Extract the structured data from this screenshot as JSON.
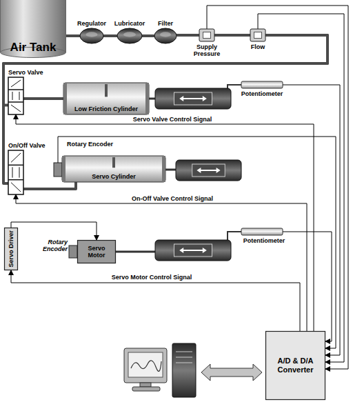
{
  "diagram": {
    "nodes": [
      {
        "text": [
          "Air Tank"
        ]
      },
      {
        "text": [
          "Regulator"
        ]
      },
      {
        "text": [
          "Lubricator"
        ]
      },
      {
        "text": [
          "Filter"
        ]
      },
      {
        "text": [
          "Supply Pressure"
        ]
      },
      {
        "text": [
          "Flow"
        ]
      },
      {
        "text": [
          "Servo Valve"
        ]
      },
      {
        "text": [
          "Low Friction Cylinder"
        ]
      },
      {
        "text": [
          "On/Off Valve"
        ]
      },
      {
        "text": [
          "Servo Cylinder"
        ]
      },
      {
        "text": [
          "Servo Driver"
        ]
      },
      {
        "text": [
          "Servo Motor"
        ]
      },
      {
        "text": [
          "A/D & D/A Converter"
        ]
      }
    ],
    "edges": [
      {
        "from": 0,
        "to": 1,
        "arrow": "none"
      },
      {
        "from": 1,
        "to": 2,
        "arrow": "none"
      },
      {
        "from": 2,
        "to": 3,
        "arrow": "none"
      },
      {
        "from": 3,
        "to": 4,
        "arrow": "none"
      },
      {
        "from": 4,
        "to": 5,
        "arrow": "none"
      },
      {
        "from": 5,
        "to": 6,
        "arrow": "none"
      },
      {
        "from": 5,
        "to": 8,
        "arrow": "none"
      },
      {
        "from": 6,
        "to": 7,
        "arrow": "none"
      },
      {
        "from": 8,
        "to": 9,
        "arrow": "none"
      },
      {
        "from": 4,
        "to": 12,
        "arrow": "to"
      },
      {
        "from": 5,
        "to": 12,
        "arrow": "to"
      },
      {
        "from": 12,
        "to": 6,
        "label": "Servo Valve Control Signal",
        "arrow": "to"
      },
      {
        "from": 12,
        "to": 8,
        "label": "On-Off Valve Control Signal",
        "arrow": "to"
      },
      {
        "from": 12,
        "to": 10,
        "label": "Servo Motor Control Signal",
        "arrow": "to"
      },
      {
        "from": 10,
        "to": 11,
        "arrow": "to"
      }
    ],
    "labels": [
      "Potentiometer",
      "Rotary Encoder",
      "Potentiometer",
      "Rotary Encoder"
    ]
  }
}
